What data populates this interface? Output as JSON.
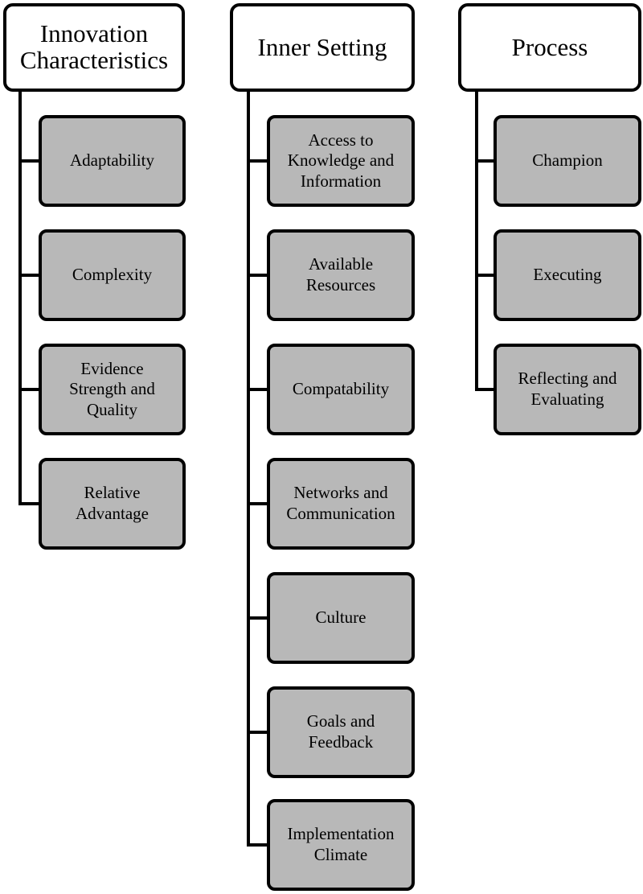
{
  "columns": [
    {
      "title": "Innovation\nCharacteristics",
      "items": [
        "Adaptability",
        "Complexity",
        "Evidence\nStrength and\nQuality",
        "Relative\nAdvantage"
      ]
    },
    {
      "title": "Inner Setting",
      "items": [
        "Access to\nKnowledge and\nInformation",
        "Available\nResources",
        "Compatability",
        "Networks and\nCommunication",
        "Culture",
        "Goals and\nFeedback",
        "Implementation\nClimate"
      ]
    },
    {
      "title": "Process",
      "items": [
        "Champion",
        "Executing",
        "Reflecting and\nEvaluating"
      ]
    }
  ],
  "colors": {
    "header_fill": "#ffffff",
    "item_fill": "#b8b8b8",
    "stroke": "#000000"
  }
}
